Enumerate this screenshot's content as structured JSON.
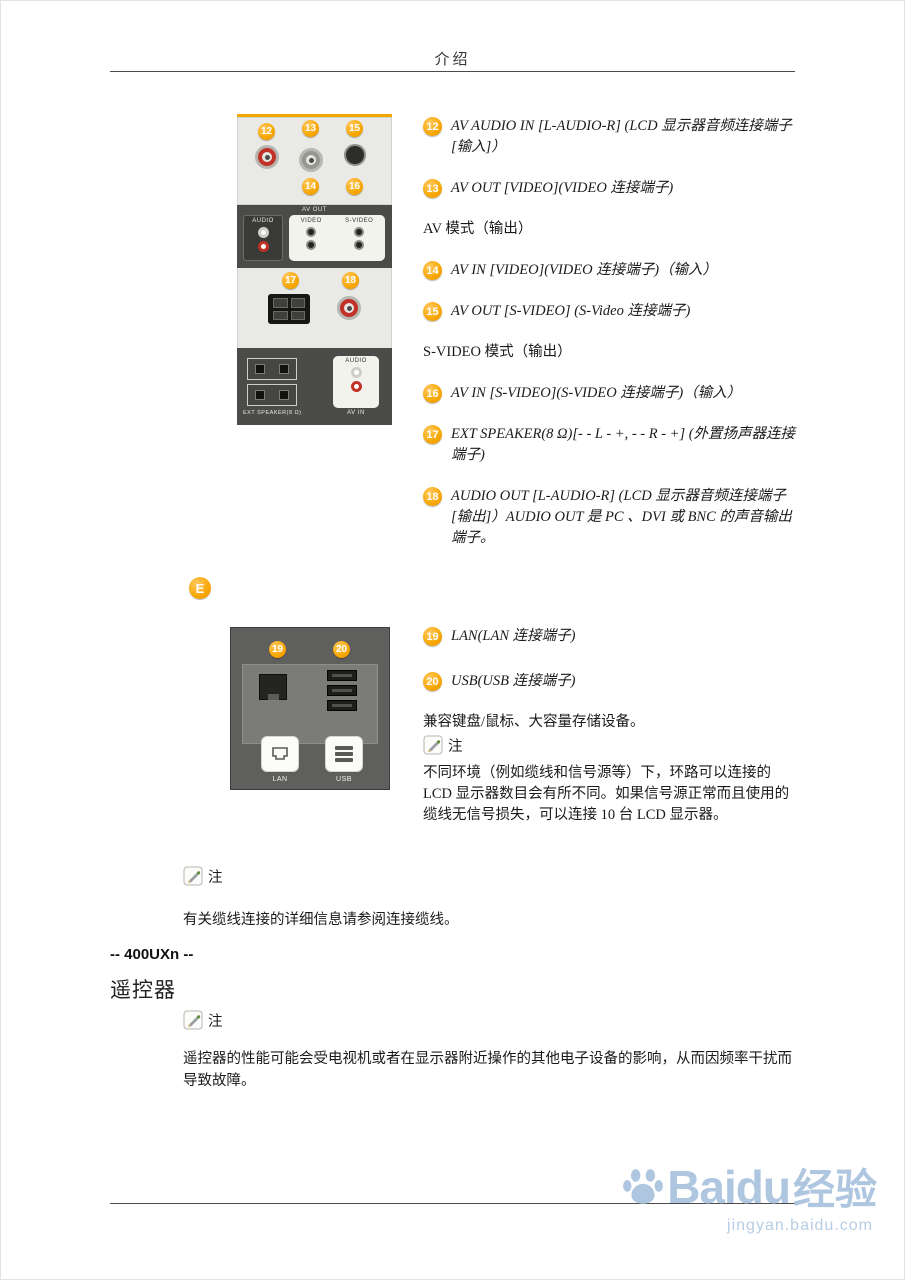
{
  "header": {
    "title": "介绍"
  },
  "labels": {
    "note": "注"
  },
  "panel1": {
    "badge12": "12",
    "badge13": "13",
    "badge14": "14",
    "badge15": "15",
    "badge16": "16",
    "badge17": "17",
    "badge18": "18",
    "av_out": "AV OUT",
    "video": "VIDEO",
    "s_video": "S-VIDEO",
    "audio": "AUDIO",
    "av_in": "AV IN",
    "ext_speaker": "EXT SPEAKER(8 Ω)"
  },
  "section_e": {
    "label": "E"
  },
  "panel2": {
    "badge19": "19",
    "badge20": "20",
    "lan": "LAN",
    "usb": "USB"
  },
  "entries": {
    "e12": "AV AUDIO IN [L-AUDIO-R] (LCD 显示器音频连接端子[输入]）",
    "e13": "AV OUT [VIDEO](VIDEO 连接端子)",
    "av_mode": "AV 模式（输出）",
    "e14": "AV IN [VIDEO](VIDEO 连接端子)（输入）",
    "e15": "AV OUT [S-VIDEO] (S-Video 连接端子)",
    "s_video_mode": "S-VIDEO 模式（输出）",
    "e16": "AV IN [S-VIDEO](S-VIDEO 连接端子)（输入）",
    "e17": "EXT SPEAKER(8 Ω)[- - L - +, - - R - +] (外置扬声器连接端子)",
    "e18": "AUDIO OUT [L-AUDIO-R] (LCD 显示器音频连接端子[输出]）AUDIO OUT 是 PC 、DVI 或 BNC 的声音输出端子。",
    "e19": "LAN(LAN 连接端子)",
    "e20": "USB(USB 连接端子)",
    "usb_compat": "兼容键盘/鼠标、大容量存储设备。",
    "loop_note": "不同环境（例如缆线和信号源等）下，环路可以连接的 LCD 显示器数目会有所不同。如果信号源正常而且使用的缆线无信号损失，可以连接 10 台 LCD 显示器。"
  },
  "bottom": {
    "cable_info": "有关缆线连接的详细信息请参阅连接缆线。",
    "model": "-- 400UXn --",
    "remote_title": "遥控器",
    "remote_text": "遥控器的性能可能会受电视机或者在显示器附近操作的其他电子设备的影响，从而因频率干扰而导致故障。"
  },
  "watermark": {
    "brand": "Baidu",
    "brand_cn": "经验",
    "url": "jingyan.baidu.com"
  }
}
